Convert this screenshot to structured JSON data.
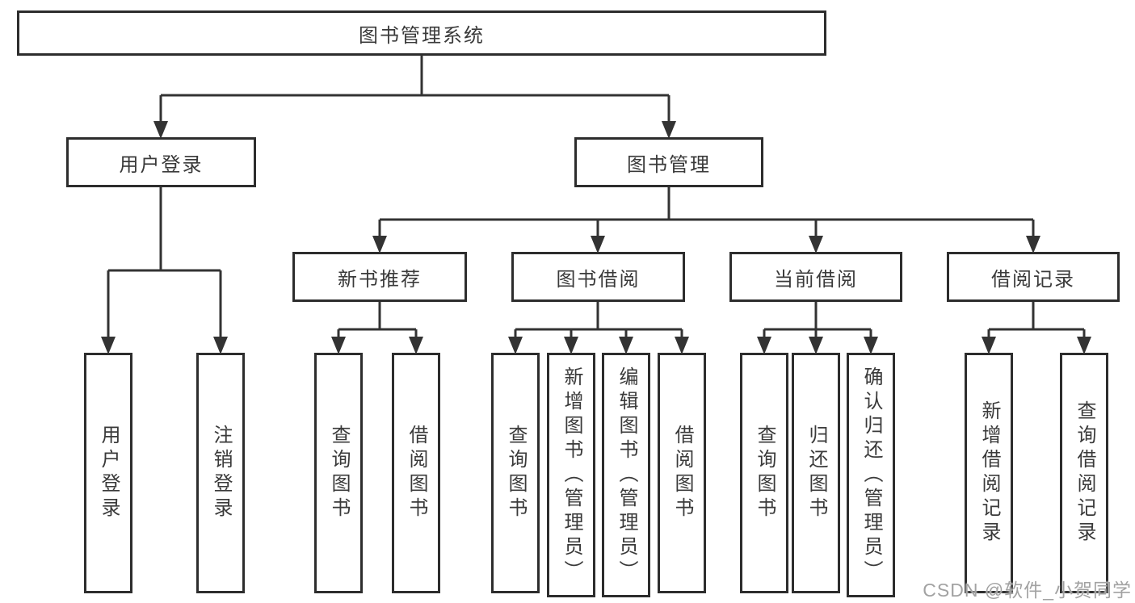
{
  "diagram": {
    "root": {
      "label": "图书管理系统"
    },
    "branches": [
      {
        "label": "用户登录",
        "children": [
          {
            "label": "用户登录"
          },
          {
            "label": "注销登录"
          }
        ]
      },
      {
        "label": "图书管理",
        "children": [
          {
            "label": "新书推荐",
            "children": [
              {
                "label": "查询图书"
              },
              {
                "label": "借阅图书"
              }
            ]
          },
          {
            "label": "图书借阅",
            "children": [
              {
                "label": "查询图书"
              },
              {
                "label": "新增图书（管理员）"
              },
              {
                "label": "编辑图书（管理员）"
              },
              {
                "label": "借阅图书"
              }
            ]
          },
          {
            "label": "当前借阅",
            "children": [
              {
                "label": "查询图书"
              },
              {
                "label": "归还图书"
              },
              {
                "label": "确认归还（管理员）"
              }
            ]
          },
          {
            "label": "借阅记录",
            "children": [
              {
                "label": "新增借阅记录"
              },
              {
                "label": "查询借阅记录"
              }
            ]
          }
        ]
      }
    ]
  },
  "watermark": {
    "text": "CSDN @软件_小贺同学"
  },
  "colors": {
    "line": "#333333",
    "box_border": "#2d2d2d",
    "text": "#3a3a3a",
    "watermark": "#a2a2a2",
    "background": "#ffffff"
  }
}
